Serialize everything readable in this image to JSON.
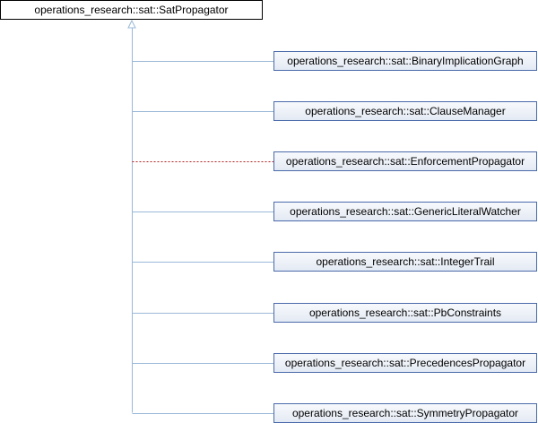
{
  "diagram": {
    "base_class": {
      "label": "operations_research::sat::SatPropagator"
    },
    "derived_classes": [
      {
        "label": "operations_research::sat::BinaryImplicationGraph",
        "relation": "public"
      },
      {
        "label": "operations_research::sat::ClauseManager",
        "relation": "public"
      },
      {
        "label": "operations_research::sat::EnforcementPropagator",
        "relation": "protected"
      },
      {
        "label": "operations_research::sat::GenericLiteralWatcher",
        "relation": "public"
      },
      {
        "label": "operations_research::sat::IntegerTrail",
        "relation": "public"
      },
      {
        "label": "operations_research::sat::PbConstraints",
        "relation": "public"
      },
      {
        "label": "operations_research::sat::PrecedencesPropagator",
        "relation": "public"
      },
      {
        "label": "operations_research::sat::SymmetryPropagator",
        "relation": "public"
      }
    ],
    "colors": {
      "public_edge": "#9ab8d8",
      "protected_edge": "#b22222",
      "node_border": "#4a6aaa",
      "base_border": "#000000"
    }
  }
}
